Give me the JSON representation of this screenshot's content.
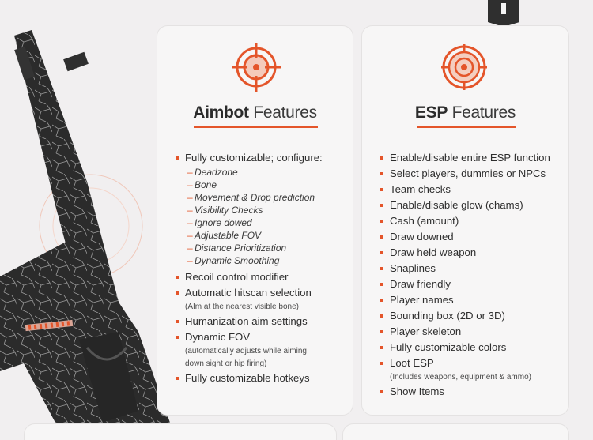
{
  "colors": {
    "accent": "#e4552a",
    "background": "#f1eff0",
    "card": "#f7f6f6"
  },
  "aimbot": {
    "icon": "crosshair-target-icon",
    "title_bold": "Aimbot",
    "title_light": "Features",
    "items": [
      "Fully customizable; configure:",
      "Recoil control modifier",
      "Automatic hitscan selection",
      "Humanization aim settings",
      "Dynamic FOV",
      "Fully customizable hotkeys"
    ],
    "sub_items": [
      "Deadzone",
      "Bone",
      "Movement & Drop prediction",
      "Visibility Checks",
      "Ignore dowed",
      "Adjustable FOV",
      "Distance Prioritization",
      "Dynamic Smoothing"
    ],
    "notes": {
      "hitscan": "(AIm at the nearest visible bone)",
      "fov_line1": "(automatically adjusts while aiming",
      "fov_line2": "down sight or hip firing)"
    }
  },
  "esp": {
    "icon": "radar-target-icon",
    "title_bold": "ESP",
    "title_light": "Features",
    "items": [
      "Enable/disable entire ESP function",
      "Select players, dummies or NPCs",
      "Team checks",
      "Enable/disable glow (chams)",
      "Cash (amount)",
      "Draw downed",
      "Draw held weapon",
      "Snaplines",
      "Draw friendly",
      "Player names",
      "Bounding box (2D or 3D)",
      "Player skeleton",
      "Fully customizable colors",
      "Loot ESP",
      "Show Items"
    ],
    "notes": {
      "loot": "(Includes weapons, equipment & ammo)"
    }
  }
}
